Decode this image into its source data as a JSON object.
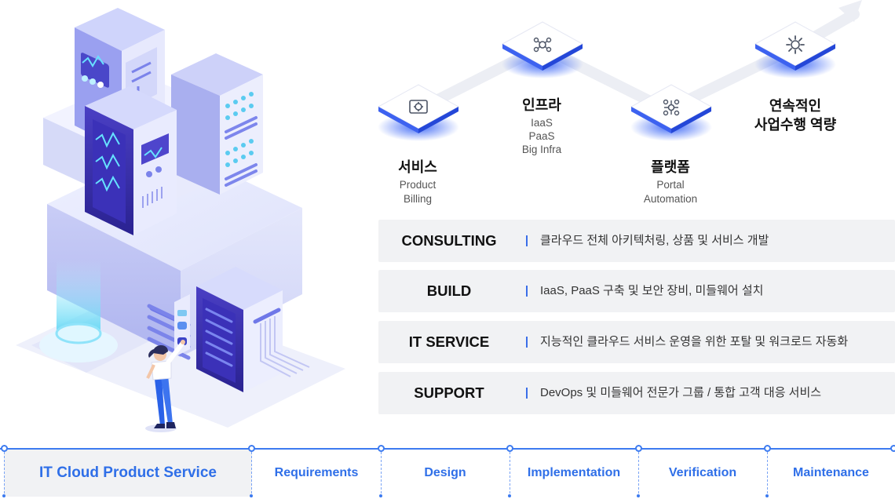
{
  "steps": [
    {
      "title": "서비스",
      "sub1": "Product",
      "sub2": "Billing"
    },
    {
      "title": "인프라",
      "sub1": "IaaS",
      "sub2": "PaaS",
      "sub3": "Big Infra"
    },
    {
      "title": "플랫폼",
      "sub1": "Portal",
      "sub2": "Automation"
    },
    {
      "title1": "연속적인",
      "title2": "사업수행 역량"
    }
  ],
  "services": [
    {
      "name": "CONSULTING",
      "desc": "클라우드 전체 아키텍처링, 상품 및 서비스 개발"
    },
    {
      "name": "BUILD",
      "desc": "IaaS, PaaS 구축 및 보안 장비, 미들웨어 설치"
    },
    {
      "name": "IT SERVICE",
      "desc": "지능적인 클라우드 서비스 운영을 위한 포탈 및 워크로드 자동화"
    },
    {
      "name": "SUPPORT",
      "desc": "DevOps 및 미들웨어 전문가 그룹 / 통합 고객 대응 서비스"
    }
  ],
  "process": {
    "active": "IT Cloud Product Service",
    "stages": [
      "Requirements",
      "Design",
      "Implementation",
      "Verification",
      "Maintenance"
    ]
  },
  "icons": [
    "gear-screen-icon",
    "network-nodes-icon",
    "platform-nodes-icon",
    "gear-icon",
    "growth-arrow-icon"
  ],
  "colors": {
    "accent": "#3d7bf0",
    "glow": "#2e5cf5",
    "row_bg": "#f1f2f4",
    "server": "#7f86e8"
  }
}
